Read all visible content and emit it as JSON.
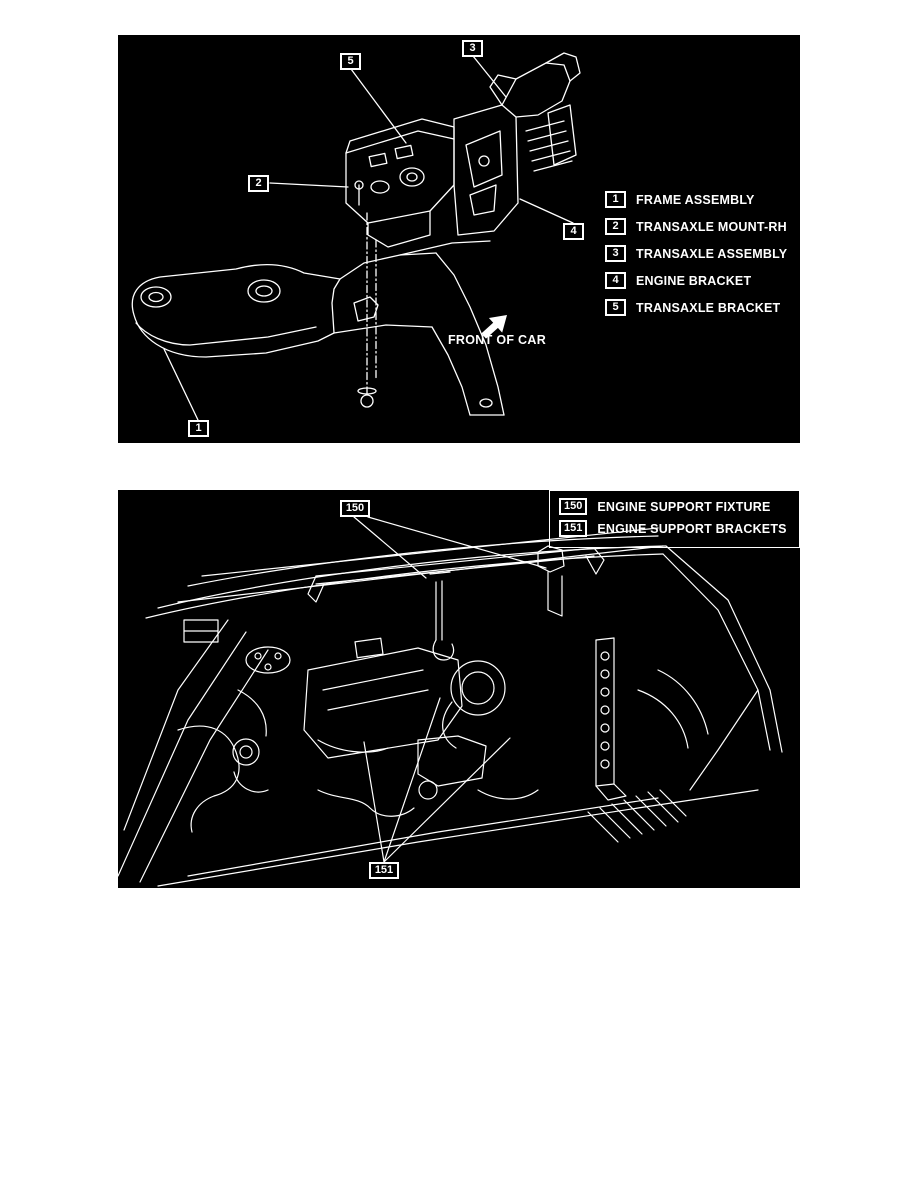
{
  "colors": {
    "page_bg": "#ffffff",
    "panel_bg": "#000000",
    "line": "#ffffff",
    "text": "#ffffff"
  },
  "top_panel": {
    "callouts": {
      "n1": "1",
      "n2": "2",
      "n3": "3",
      "n4": "4",
      "n5": "5"
    },
    "legend": [
      {
        "num": "1",
        "label": "FRAME ASSEMBLY"
      },
      {
        "num": "2",
        "label": "TRANSAXLE MOUNT-RH"
      },
      {
        "num": "3",
        "label": "TRANSAXLE ASSEMBLY"
      },
      {
        "num": "4",
        "label": "ENGINE BRACKET"
      },
      {
        "num": "5",
        "label": "TRANSAXLE BRACKET"
      }
    ],
    "front_of_car_label": "FRONT OF CAR"
  },
  "bottom_panel": {
    "callouts": {
      "n150": "150",
      "n151": "151"
    },
    "legend": [
      {
        "num": "150",
        "label": "ENGINE SUPPORT FIXTURE"
      },
      {
        "num": "151",
        "label": "ENGINE SUPPORT BRACKETS"
      }
    ]
  }
}
